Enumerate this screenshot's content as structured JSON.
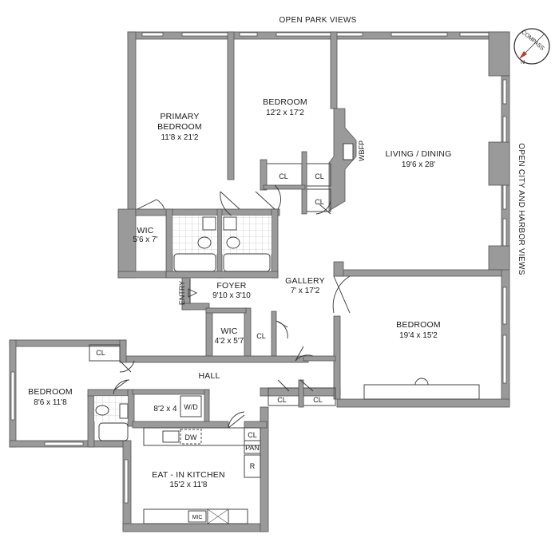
{
  "views": {
    "top": "OPEN PARK VIEWS",
    "right": "OPEN CITY AND HARBOR VIEWS"
  },
  "compass": {
    "label": "COMPASS",
    "needle": "N"
  },
  "rooms": {
    "primary_bedroom": {
      "name_line1": "PRIMARY",
      "name_line2": "BEDROOM",
      "dims": "11'8 x 21'2"
    },
    "bedroom_2": {
      "name": "BEDROOM",
      "dims": "12'2 x 17'2"
    },
    "living_dining": {
      "name": "LIVING / DINING",
      "dims": "19'6 x 28'"
    },
    "wic_primary": {
      "name": "WIC",
      "dims": "5'6 x 7'"
    },
    "foyer": {
      "name": "FOYER",
      "dims": "9'10 x 3'10"
    },
    "gallery": {
      "name": "GALLERY",
      "dims": "7' x 17'2"
    },
    "bedroom_3": {
      "name": "BEDROOM",
      "dims": "19'4 x 15'2"
    },
    "wic_foyer": {
      "name": "WIC",
      "dims": "4'2 x 5'7"
    },
    "bedroom_4": {
      "name": "BEDROOM",
      "dims": "8'6 x 11'8"
    },
    "laundry": {
      "dims": "8'2 x 4",
      "appliance": "W/D"
    },
    "kitchen": {
      "name": "EAT - IN KITCHEN",
      "dims": "15'2 x 11'8"
    },
    "hall": {
      "name": "HALL"
    }
  },
  "labels": {
    "entry": "ENTRY",
    "wbfp": "WBFP",
    "closet": "CL",
    "pantry": "PAN",
    "refrigerator": "R",
    "dishwasher": "DW",
    "microwave": "MIC"
  }
}
